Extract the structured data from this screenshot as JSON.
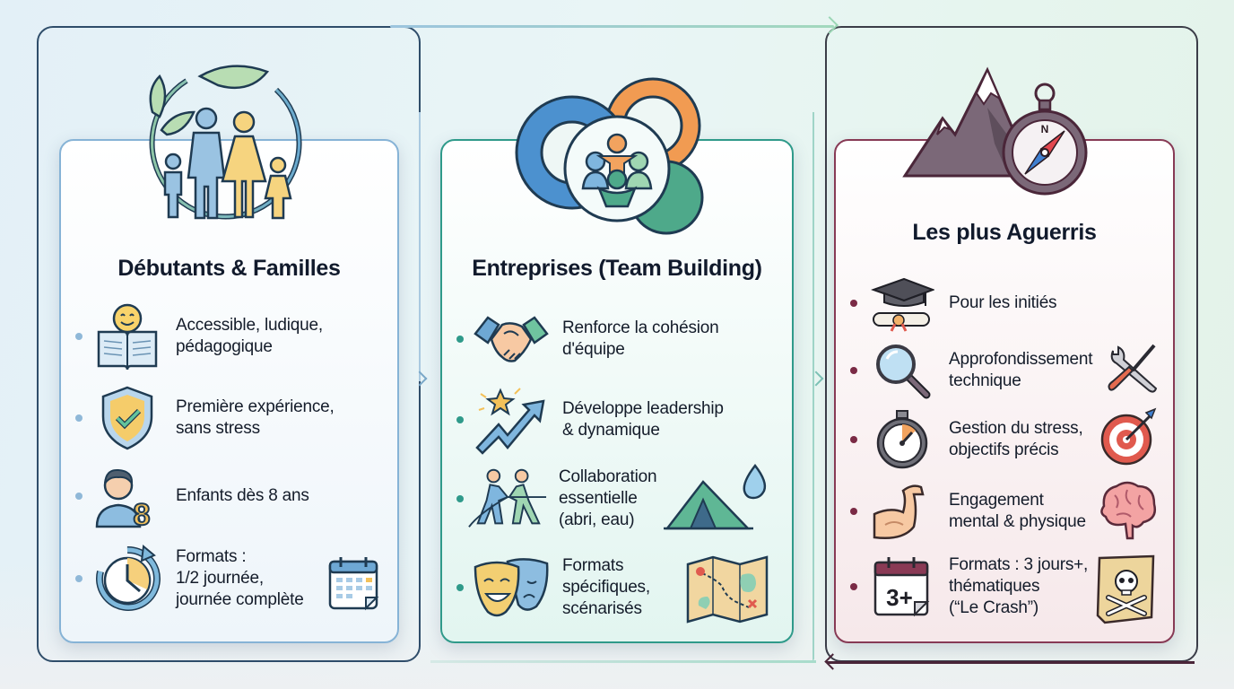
{
  "diagram": {
    "colors": {
      "beginners_accent": "#86b3d6",
      "business_accent": "#2f9a8a",
      "experienced_accent": "#873a55",
      "text": "#111a2c"
    },
    "columns": [
      {
        "id": "beginners",
        "title": "Débutants & Familles",
        "hero_icon": "family-in-leaf-circle-icon",
        "items": [
          {
            "icon": "smiling-book-icon",
            "text_lines": [
              "Accessible, ludique,",
              "pédagogique"
            ]
          },
          {
            "icon": "shield-check-icon",
            "text_lines": [
              "Première expérience,",
              "sans stress"
            ]
          },
          {
            "icon": "child-age-8-icon",
            "text_lines": [
              "Enfants dès 8 ans"
            ]
          },
          {
            "icon": "clock-refresh-icon",
            "text_lines": [
              "Formats :",
              "1/2 journée,",
              "journée complète"
            ],
            "side_icon": "calendar-icon"
          }
        ]
      },
      {
        "id": "business",
        "title": "Entreprises (Team Building)",
        "hero_icon": "gears-team-icon",
        "items": [
          {
            "icon": "handshake-icon",
            "text_lines": [
              "Renforce la cohésion",
              "d'équipe"
            ]
          },
          {
            "icon": "star-growth-arrow-icon",
            "text_lines": [
              "Développe leadership",
              "& dynamique"
            ]
          },
          {
            "icon": "tug-of-war-icon",
            "text_lines": [
              "Collaboration",
              "essentielle",
              "(abri, eau)"
            ],
            "side_icon": "tent-water-drop-icon"
          },
          {
            "icon": "theater-masks-icon",
            "text_lines": [
              "Formats",
              "spécifiques,",
              "scénarisés"
            ],
            "side_icon": "treasure-map-icon"
          }
        ]
      },
      {
        "id": "experienced",
        "title": "Les plus Aguerris",
        "hero_icon": "mountain-compass-icon",
        "items": [
          {
            "icon": "graduation-cap-diploma-icon",
            "text_lines": [
              "Pour les initiés"
            ]
          },
          {
            "icon": "magnifying-glass-icon",
            "text_lines": [
              "Approfondissement",
              "technique"
            ],
            "side_icon": "wrench-screwdriver-icon"
          },
          {
            "icon": "stopwatch-icon",
            "text_lines": [
              "Gestion du stress,",
              "objectifs précis"
            ],
            "side_icon": "target-arrow-icon"
          },
          {
            "icon": "flexed-arm-icon",
            "text_lines": [
              "Engagement",
              "mental & physique"
            ],
            "side_icon": "brain-icon"
          },
          {
            "icon": "calendar-3plus-icon",
            "text_lines": [
              "Formats : 3 jours+,",
              "thématiques",
              "(“Le Crash”)"
            ],
            "side_icon": "skull-map-icon"
          }
        ]
      }
    ]
  }
}
